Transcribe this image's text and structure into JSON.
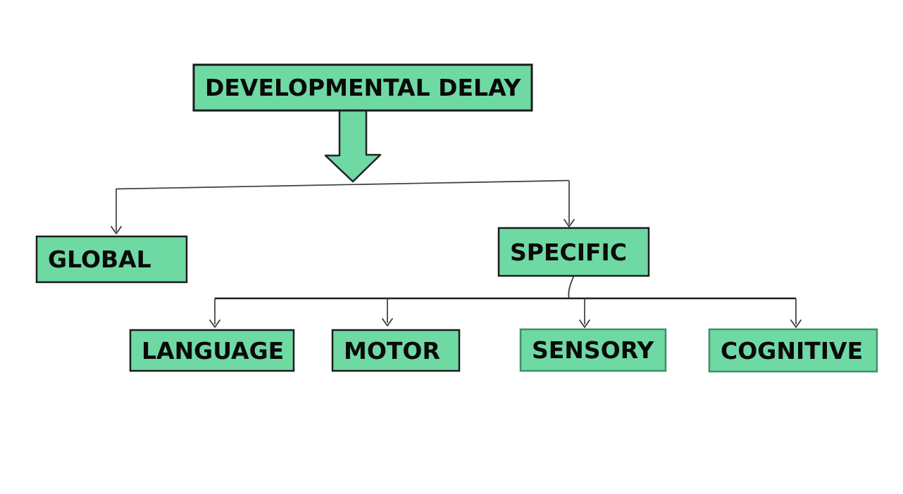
{
  "diagram": {
    "type": "flowchart",
    "background": "#ffffff",
    "nodes": {
      "root": {
        "label": "DEVELOPMENTAL DELAY"
      },
      "global": {
        "label": "GLOBAL"
      },
      "specific": {
        "label": "SPECIFIC"
      },
      "language": {
        "label": "LANGUAGE"
      },
      "motor": {
        "label": "MOTOR"
      },
      "sensory": {
        "label": "SENSORY"
      },
      "cognitive": {
        "label": "COGNITIVE"
      }
    },
    "edges": [
      {
        "from": "DEVELOPMENTAL DELAY",
        "to": "GLOBAL"
      },
      {
        "from": "DEVELOPMENTAL DELAY",
        "to": "SPECIFIC"
      },
      {
        "from": "SPECIFIC",
        "to": "LANGUAGE"
      },
      {
        "from": "SPECIFIC",
        "to": "MOTOR"
      },
      {
        "from": "SPECIFIC",
        "to": "SENSORY"
      },
      {
        "from": "SPECIFIC",
        "to": "COGNITIVE"
      }
    ],
    "colors": {
      "node_fill": "#6fd9a4",
      "node_border_dark": "#1c1c1c",
      "node_border_green": "#3f8f69",
      "arrow_outline": "#222222",
      "connector_thin": "#3d3d3d",
      "connector_thick": "#1f1f1f",
      "text": "#0a0a0a"
    }
  }
}
